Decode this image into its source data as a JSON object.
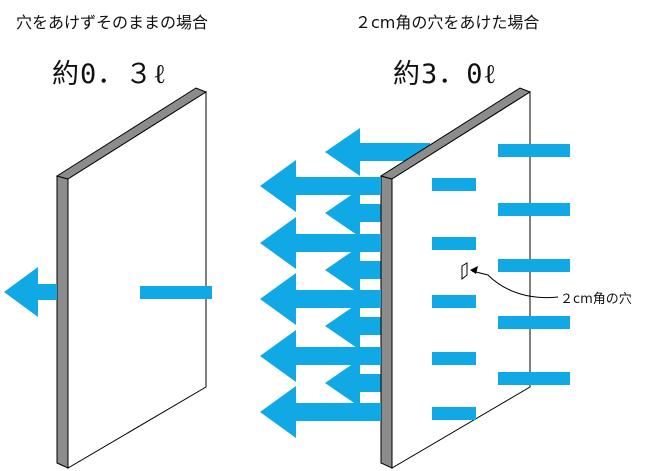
{
  "left_panel": {
    "caption": "穴をあけずそのままの場合",
    "amount": "約0．３ℓ"
  },
  "right_panel": {
    "caption": "２cm角の穴をあけた場合",
    "amount": "約3．0ℓ",
    "hole_label": "２cm角の穴"
  },
  "colors": {
    "arrow": "#11a8e6",
    "board_face": "#ffffff",
    "board_edge": "#8c8c8c",
    "outline": "#000000"
  }
}
